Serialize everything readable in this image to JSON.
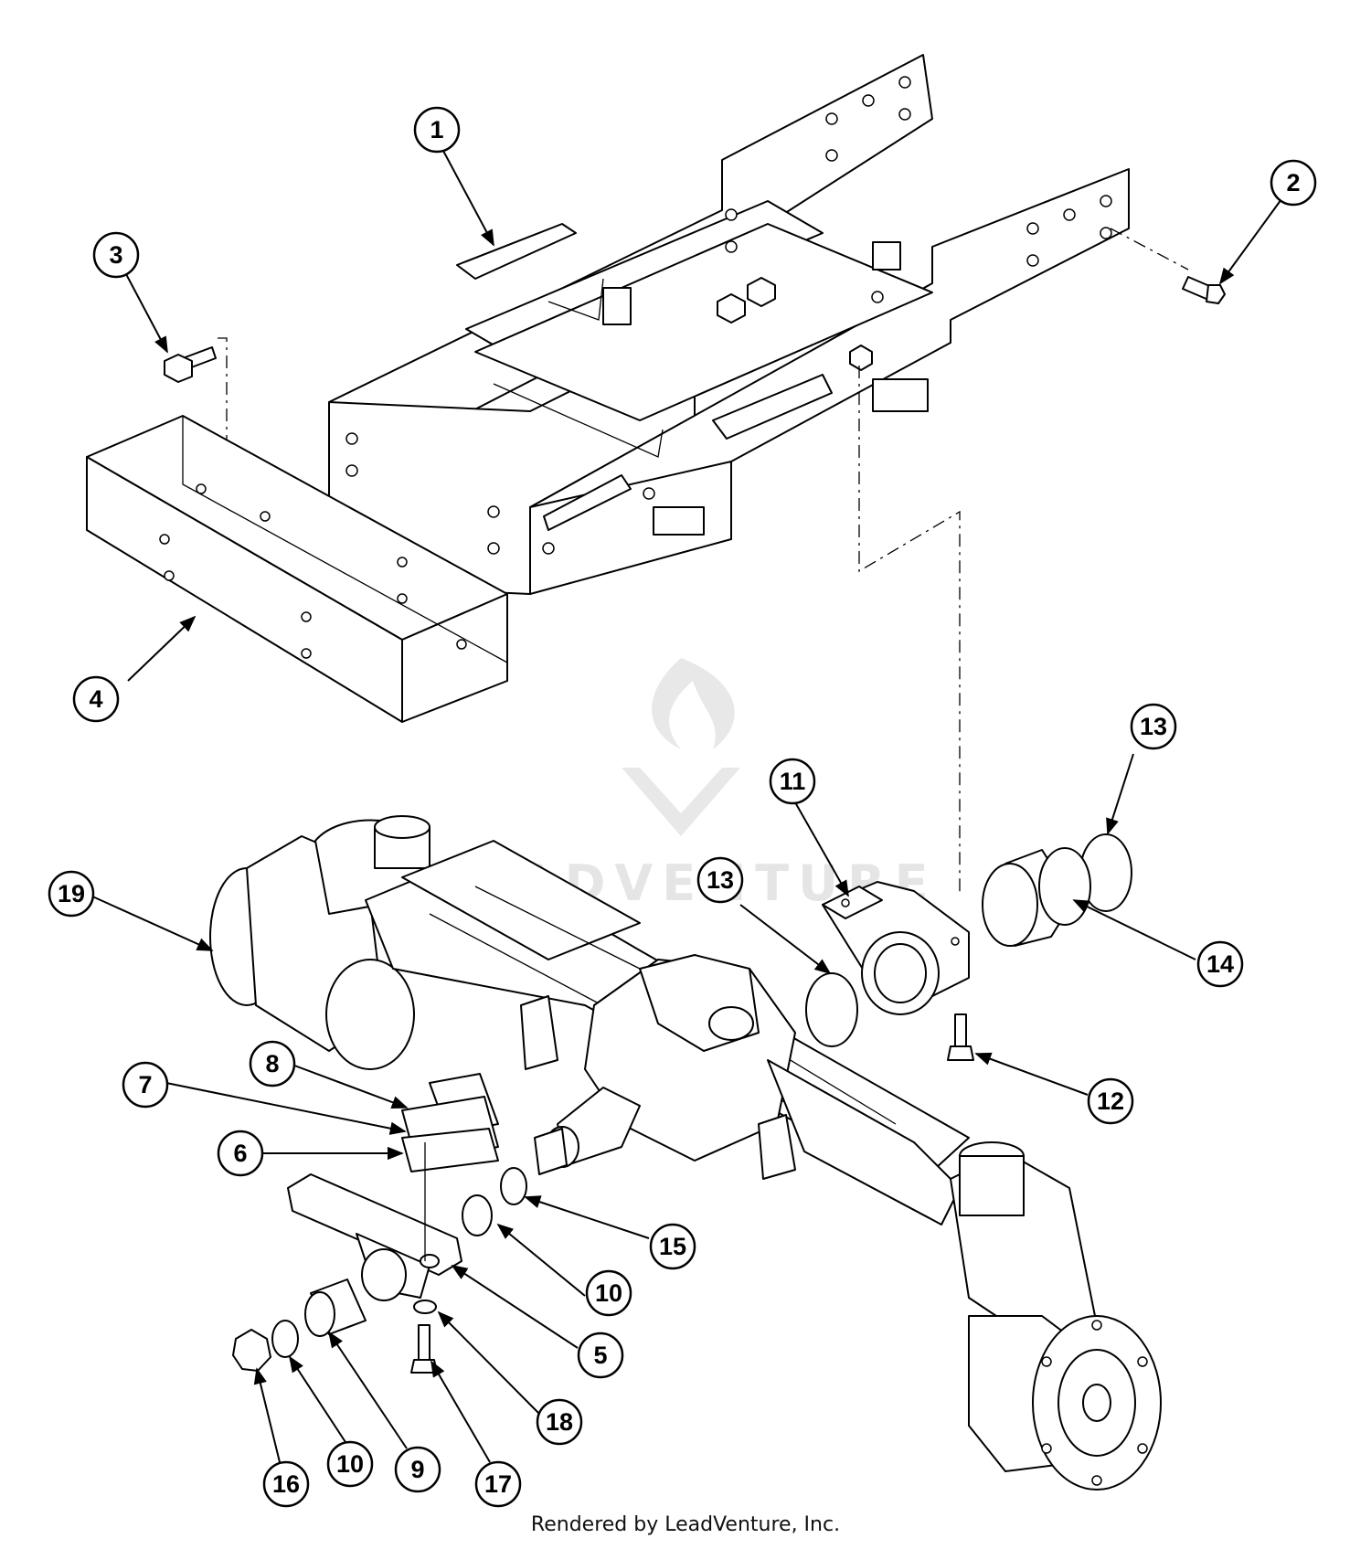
{
  "footer_text": "Rendered by LeadVenture, Inc.",
  "watermark_text": "LEADVENTURE",
  "callouts": [
    {
      "id": "c1",
      "label": "1"
    },
    {
      "id": "c2",
      "label": "2"
    },
    {
      "id": "c3",
      "label": "3"
    },
    {
      "id": "c4",
      "label": "4"
    },
    {
      "id": "c5",
      "label": "5"
    },
    {
      "id": "c6",
      "label": "6"
    },
    {
      "id": "c7",
      "label": "7"
    },
    {
      "id": "c8",
      "label": "8"
    },
    {
      "id": "c9",
      "label": "9"
    },
    {
      "id": "c10a",
      "label": "10"
    },
    {
      "id": "c10b",
      "label": "10"
    },
    {
      "id": "c11",
      "label": "11"
    },
    {
      "id": "c12",
      "label": "12"
    },
    {
      "id": "c13a",
      "label": "13"
    },
    {
      "id": "c13b",
      "label": "13"
    },
    {
      "id": "c14",
      "label": "14"
    },
    {
      "id": "c15",
      "label": "15"
    },
    {
      "id": "c16",
      "label": "16"
    },
    {
      "id": "c17",
      "label": "17"
    },
    {
      "id": "c18",
      "label": "18"
    },
    {
      "id": "c19",
      "label": "19"
    }
  ]
}
